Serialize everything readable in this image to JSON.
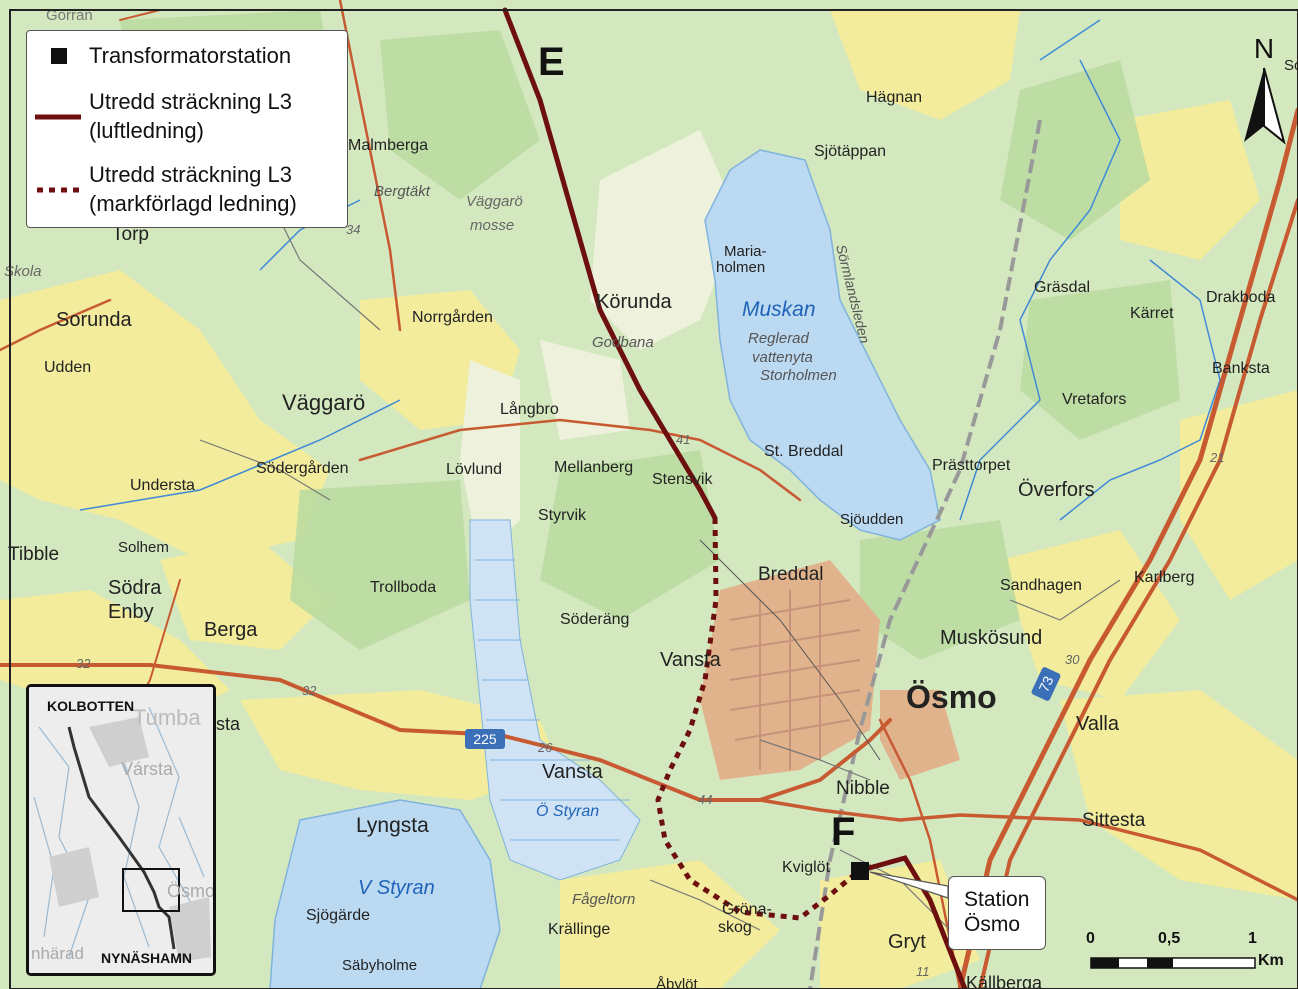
{
  "legend": {
    "station": "Transformatorstation",
    "overhead_line1": "Utredd sträckning L3",
    "overhead_line2": "(luftledning)",
    "buried_line1": "Utredd sträckning L3",
    "buried_line2": "(markförlagd ledning)"
  },
  "north_label": "N",
  "point_labels": {
    "e": "E",
    "f": "F"
  },
  "station_callout": {
    "line1": "Station",
    "line2": "Ösmo"
  },
  "scale": {
    "zero": "0",
    "half": "0,5",
    "one": "1",
    "unit": "Km"
  },
  "inset": {
    "top_label": "KOLBOTTEN",
    "bottom_label": "NYNÄSHAMN",
    "faint1": "Vársta",
    "faint2": "Ösmo",
    "faint3": "nhärad",
    "faint4": "Tumba"
  },
  "places": {
    "gorran": "Gorran",
    "malmberga": "Malmberga",
    "bergtakt": "Bergtäkt",
    "torp": "Torp",
    "skola": "Skola",
    "sorunda": "Sorunda",
    "udden": "Udden",
    "norrgarden": "Norrgården",
    "vaggaro": "Väggarö",
    "sodergarden": "Södergården",
    "understa": "Understa",
    "tibble": "Tibble",
    "solhem": "Solhem",
    "sodra_enby1": "Södra",
    "sodra_enby2": "Enby",
    "berga": "Berga",
    "trollboda": "Trollboda",
    "lovlund": "Lövlund",
    "langbro": "Långbro",
    "mellanberg": "Mellanberg",
    "styrvik": "Styrvik",
    "korunda": "Körunda",
    "godbana": "Godbana",
    "stensvik": "Stensvik",
    "soderang": "Söderäng",
    "vansta_top": "Vansta",
    "vansta_bottom": "Vansta",
    "breddal": "Breddal",
    "st_breddal": "St. Breddal",
    "sjoudden": "Sjöudden",
    "hagnan": "Hägnan",
    "sjotappan": "Sjötäppan",
    "maria1": "Maria-",
    "maria2": "holmen",
    "grasdal": "Gräsdal",
    "karret": "Kärret",
    "drakboda": "Drakboda",
    "banksta": "Banksta",
    "vretafors": "Vretafors",
    "prasttorpet": "Prästtorpet",
    "overfors": "Överfors",
    "sandhagen": "Sandhagen",
    "karlberg": "Karlberg",
    "muskosund": "Muskösund",
    "osmo": "Ösmo",
    "valla": "Valla",
    "nibble": "Nibble",
    "sittesta": "Sittesta",
    "kviglot": "Kviglöt",
    "grona1": "Gröna-",
    "grona2": "skog",
    "gryt": "Gryt",
    "kallberga": "Källberga",
    "lyngsta": "Lyngsta",
    "sjogarde": "Sjögärde",
    "krallinge": "Krällinge",
    "fageltorn": "Fågeltorn",
    "sabyholme": "Säbyholme",
    "abylot": "Åbylöt",
    "sta": "sta",
    "vaggaro_mosse1": "Väggarö",
    "vaggaro_mosse2": "mosse",
    "sormlandsleden": "Sörmlandsleden",
    "so": "So"
  },
  "water": {
    "muskan": "Muskan",
    "reglerad1": "Reglerad",
    "reglerad2": "vattenyta",
    "reglerad3": "Storholmen",
    "v_styran": "V Styran",
    "o_styran": "Ö Styran"
  },
  "roads": {
    "r225": "225",
    "r73": "73",
    "r26": "26",
    "r44": "44",
    "r41": "41",
    "r34": "34",
    "r32a": "32",
    "r32b": "32",
    "r30": "30",
    "r11": "11",
    "r21": "21"
  },
  "colors": {
    "line": "#6e0f0f",
    "water": "#bcd9f2",
    "forest": "#cde5b4",
    "field": "#f3ee9a",
    "road": "#c85a32",
    "urban": "#e3b48d"
  }
}
